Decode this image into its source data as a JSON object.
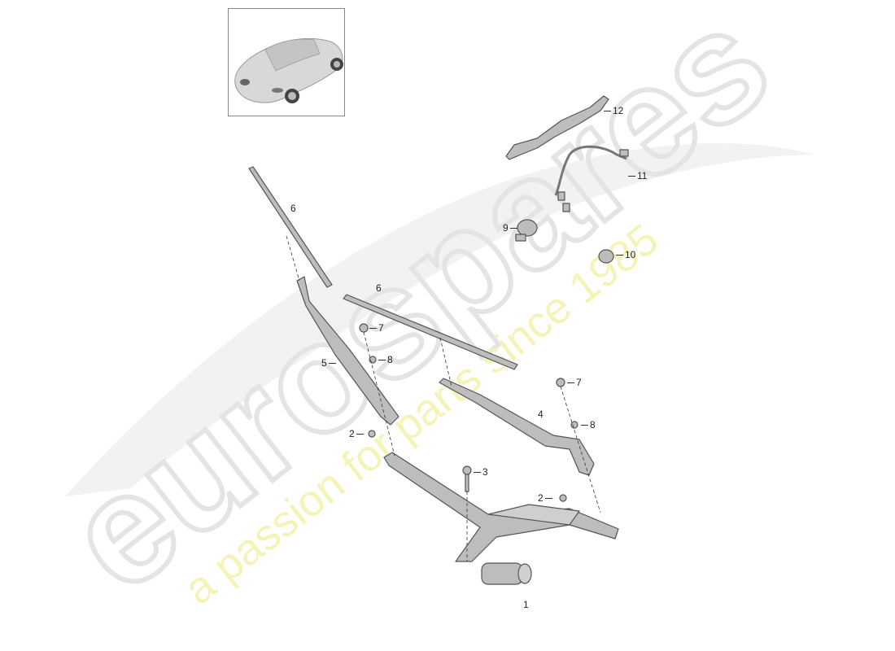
{
  "diagram": {
    "title_thumbnail": "vehicle-overview-thumbnail",
    "watermark": {
      "brand": "eurospares",
      "tagline": "a passion for parts since 1985",
      "brand_color": "#e6e6e6",
      "tagline_color": "#f3f3b0"
    },
    "callouts": [
      {
        "id": "c1",
        "label": "1",
        "part": "wiper-motor"
      },
      {
        "id": "c2a",
        "label": "2",
        "part": "nut"
      },
      {
        "id": "c2b",
        "label": "2",
        "part": "nut"
      },
      {
        "id": "c3",
        "label": "3",
        "part": "bolt"
      },
      {
        "id": "c4",
        "label": "4",
        "part": "wiper-arm-right"
      },
      {
        "id": "c5",
        "label": "5",
        "part": "wiper-arm-left"
      },
      {
        "id": "c6a",
        "label": "6",
        "part": "wiper-blade"
      },
      {
        "id": "c6b",
        "label": "6",
        "part": "wiper-blade"
      },
      {
        "id": "c7a",
        "label": "7",
        "part": "cap"
      },
      {
        "id": "c7b",
        "label": "7",
        "part": "cap"
      },
      {
        "id": "c8a",
        "label": "8",
        "part": "nut"
      },
      {
        "id": "c8b",
        "label": "8",
        "part": "nut"
      },
      {
        "id": "c9",
        "label": "9",
        "part": "sensor"
      },
      {
        "id": "c10",
        "label": "10",
        "part": "cover"
      },
      {
        "id": "c11",
        "label": "11",
        "part": "wiring-harness"
      },
      {
        "id": "c12",
        "label": "12",
        "part": "bracket"
      }
    ],
    "colors": {
      "part_fill": "#b8b8b8",
      "part_stroke": "#555555",
      "leader": "#333333"
    }
  }
}
